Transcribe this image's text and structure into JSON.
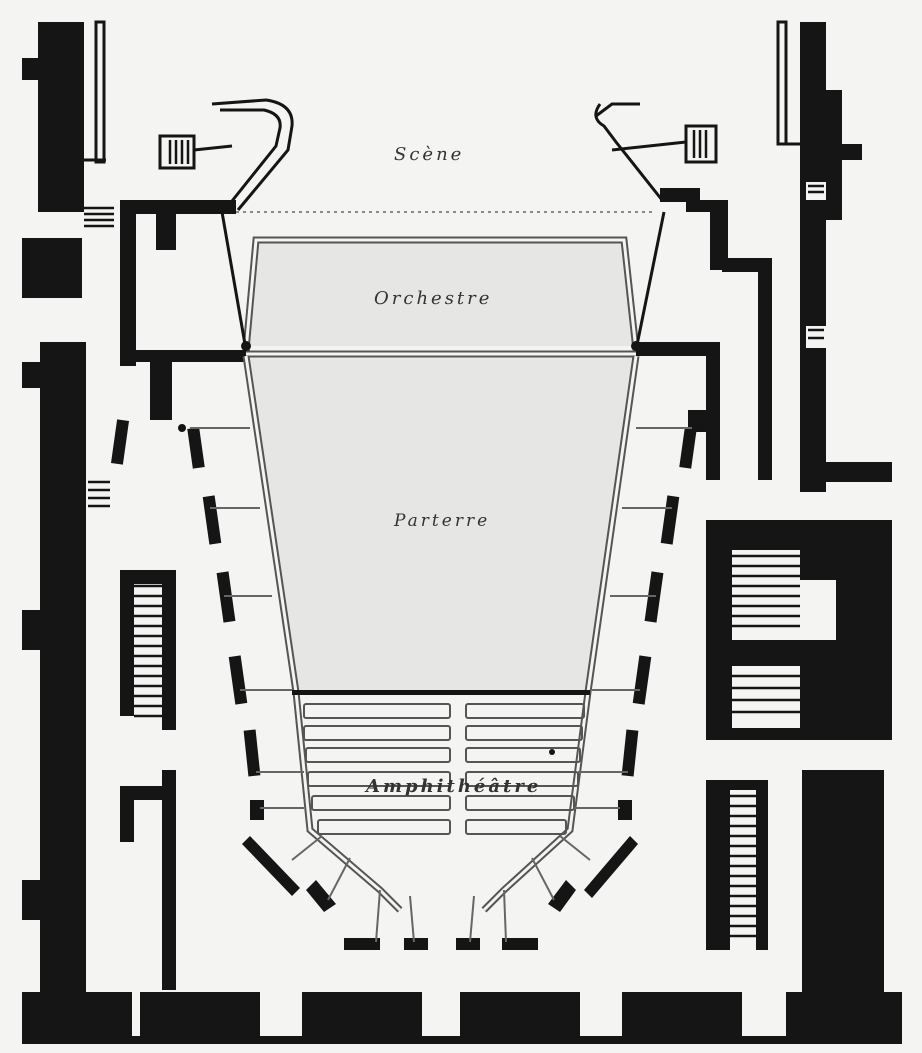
{
  "labels": {
    "scene": "Scène",
    "orchestre": "Orchestre",
    "parterre": "Parterre",
    "amphitheatre": "Amphithéâtre"
  },
  "colors": {
    "wall": "#151515",
    "paper": "#f4f4f2",
    "hall_fill": "#e6e6e4"
  }
}
